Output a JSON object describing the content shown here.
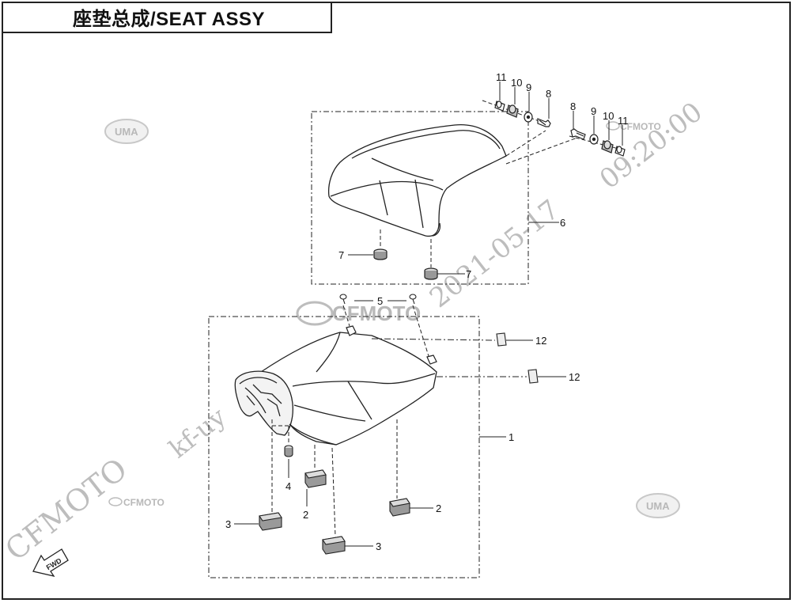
{
  "title": "座垫总成/SEAT ASSY",
  "callouts": {
    "c1": "1",
    "c2a": "2",
    "c2b": "2",
    "c3a": "3",
    "c3b": "3",
    "c4": "4",
    "c5": "5",
    "c6": "6",
    "c7a": "7",
    "c7b": "7",
    "c8a": "8",
    "c9a": "9",
    "c10a": "10",
    "c11a": "11",
    "c8b": "8",
    "c9b": "9",
    "c10b": "10",
    "c11b": "11",
    "c12a": "12",
    "c12b": "12"
  },
  "watermarks": {
    "date": "2021-05-17",
    "time": "09:20:00",
    "user": "kf-uy",
    "brand": "CFMOTO",
    "brand_logo": "CFMOTO",
    "uma": "UMA"
  },
  "fwd_label": "FWD",
  "colors": {
    "line": "#222222",
    "watermark": "#bdbdbd"
  }
}
